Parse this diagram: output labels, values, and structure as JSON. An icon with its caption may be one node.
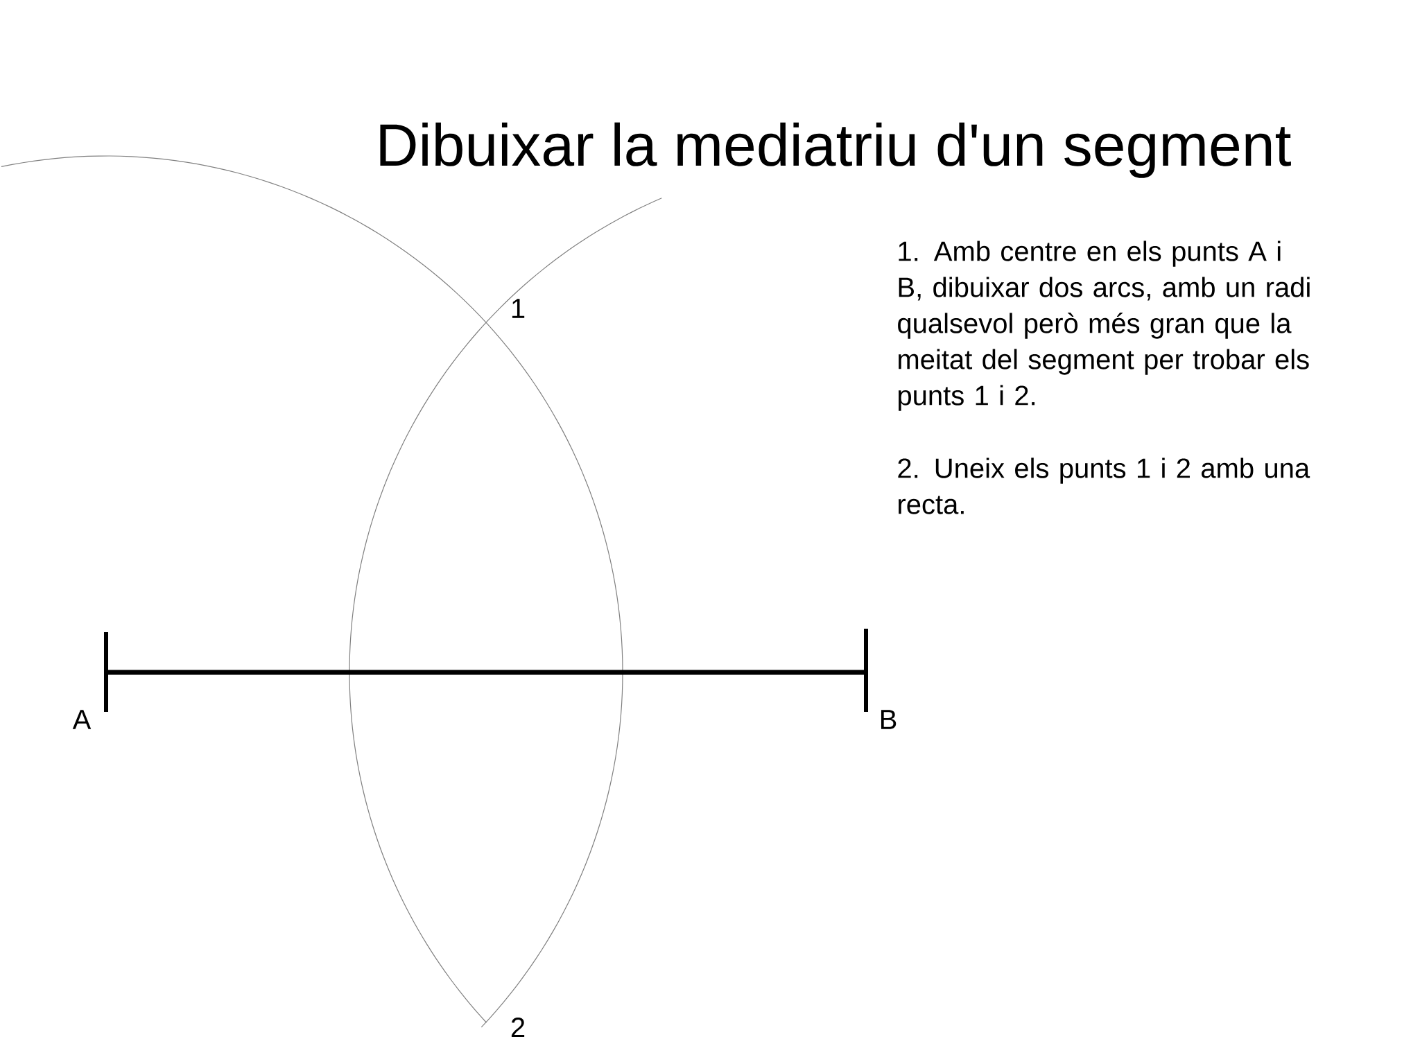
{
  "diagram": {
    "title": "Dibuixar la mediatriu d'un segment",
    "labels": [
      "1. Amb centre en els punts A i B, dibuixar dos arcs, amb un radi qualsevol però més gran que la meitat del segment per trobar els punts 1 i 2.",
      "2. Uneix els punts 1 i 2 amb una recta.",
      "1",
      "A",
      "B",
      "2"
    ]
  }
}
